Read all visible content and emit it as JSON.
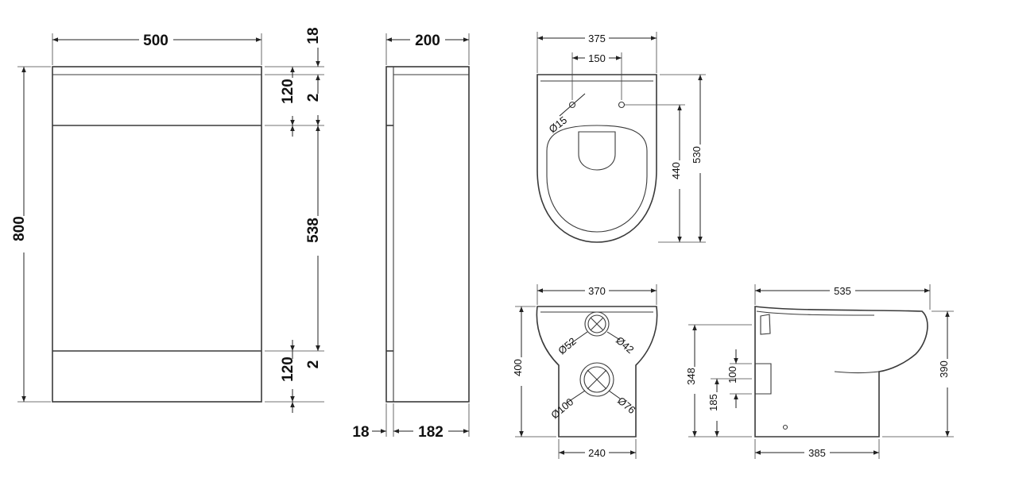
{
  "cabinet_front": {
    "width": "500",
    "height": "800",
    "top_panel": "18",
    "upper_panel": "120",
    "upper_gap": "2",
    "middle_panel": "538",
    "lower_panel": "120",
    "lower_gap": "2"
  },
  "cabinet_side": {
    "depth": "200",
    "front_thickness": "18",
    "carcass_depth": "182"
  },
  "toilet_top": {
    "width": "375",
    "fixing_spacing": "150",
    "fixing_hole": "Ø15",
    "length_to_fixing": "440",
    "overall_length": "530"
  },
  "toilet_rear": {
    "top_width": "370",
    "base_width": "240",
    "height": "400",
    "inlet_outer": "Ø52",
    "inlet_inner": "Ø42",
    "outlet_outer": "Ø100",
    "outlet_inner": "Ø76"
  },
  "toilet_side": {
    "length": "535",
    "base_length": "385",
    "overall_height": "390",
    "pan_height": "348",
    "outlet_height": "185",
    "outlet_size": "100"
  }
}
